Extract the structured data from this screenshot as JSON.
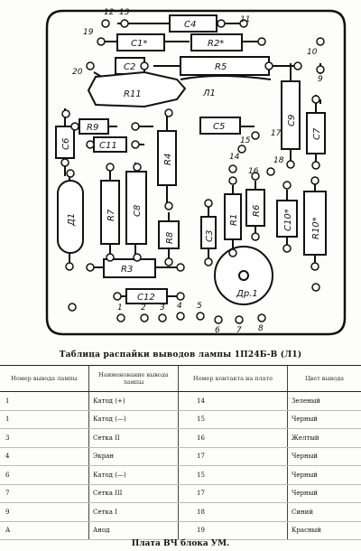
{
  "board": {
    "labels": {
      "c4": "C4",
      "c1": "C1*",
      "r2": "R2*",
      "c2": "C2",
      "r5": "R5",
      "r11": "R11",
      "l1": "Л1",
      "c9": "C9",
      "c7": "C7",
      "r9": "R9",
      "c6": "C6",
      "c11": "C11",
      "c5": "C5",
      "r4": "R4",
      "d1": "Д1",
      "r7": "R7",
      "c8": "C8",
      "r8": "R8",
      "c3": "C3",
      "r1": "R1",
      "r6": "R6",
      "c10": "C10*",
      "r10": "R10*",
      "r3": "R3",
      "c12": "C12",
      "dr1": "Др.1"
    },
    "pins": [
      "12",
      "13",
      "11",
      "19",
      "10",
      "20",
      "9",
      "17",
      "15",
      "14",
      "16",
      "18",
      "1",
      "2",
      "3",
      "4",
      "5",
      "6",
      "7",
      "8"
    ]
  },
  "table": {
    "title": "Таблица распайки выводов лампы 1П24Б-В (Л1)",
    "headers": [
      "Номер вывода лампы",
      "Наименование вывода лампы",
      "Номер контакта на плате",
      "Цвет вывода"
    ],
    "rows": [
      [
        "1",
        "Катод (+)",
        "14",
        "Зеленый"
      ],
      [
        "1",
        "Катод (—)",
        "15",
        "Черный"
      ],
      [
        "3",
        "Сетка II",
        "16",
        "Желтый"
      ],
      [
        "4",
        "Экран",
        "17",
        "Черный"
      ],
      [
        "6",
        "Катод (—)",
        "15",
        "Черный"
      ],
      [
        "7",
        "Сетка III",
        "17",
        "Черный"
      ],
      [
        "9",
        "Сетка I",
        "18",
        "Синий"
      ],
      [
        "А",
        "Анод",
        "19",
        "Красный"
      ]
    ]
  },
  "caption": "Плата ВЧ блока УМ."
}
